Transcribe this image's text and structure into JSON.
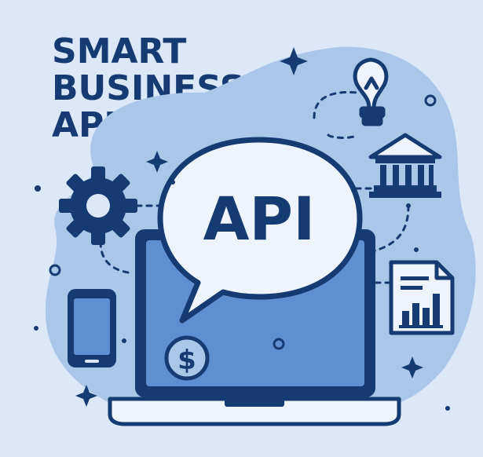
{
  "title": {
    "line1": "SMART",
    "line2": "BUSINESS",
    "line3": "API"
  },
  "bubble": {
    "text": "API"
  },
  "icons": [
    "gear-icon",
    "lightbulb-icon",
    "bank-icon",
    "document-chart-icon",
    "smartphone-icon",
    "dollar-coin-icon",
    "laptop-icon",
    "speech-bubble-icon",
    "sparkle-icon"
  ],
  "colors": {
    "background": "#dbe8f7",
    "blob": "#aac7ea",
    "navy": "#163a72",
    "screen": "#5e8fd0",
    "light_panel": "#eef4fc"
  }
}
